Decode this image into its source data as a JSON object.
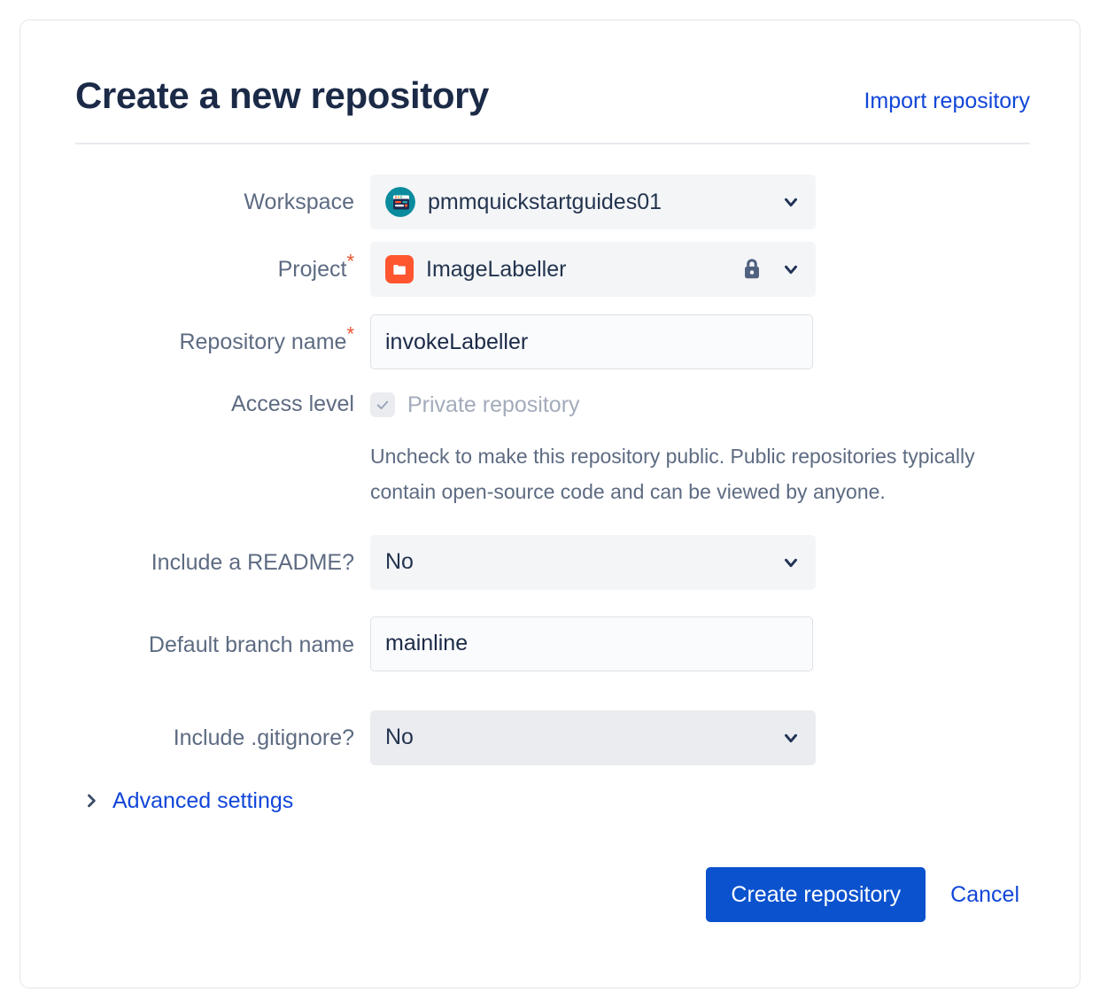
{
  "header": {
    "title": "Create a new repository",
    "import_link": "Import repository"
  },
  "form": {
    "workspace": {
      "label": "Workspace",
      "value": "pmmquickstartguides01",
      "avatar_icon": "workspace-avatar-icon",
      "chevron_icon": "chevron-down-icon"
    },
    "project": {
      "label": "Project",
      "required_marker": "*",
      "value": "ImageLabeller",
      "avatar_icon": "project-folder-icon",
      "lock_icon": "lock-icon",
      "chevron_icon": "chevron-down-icon"
    },
    "repository_name": {
      "label": "Repository name",
      "required_marker": "*",
      "value": "invokeLabeller",
      "placeholder": ""
    },
    "access_level": {
      "label": "Access level",
      "checkbox_label": "Private repository",
      "checked": true,
      "disabled": true,
      "check_icon": "checkmark-icon",
      "helptext": "Uncheck to make this repository public. Public repositories typically contain open-source code and can be viewed by anyone."
    },
    "include_readme": {
      "label": "Include a README?",
      "value": "No",
      "chevron_icon": "chevron-down-icon"
    },
    "default_branch": {
      "label": "Default branch name",
      "value": "mainline",
      "placeholder": ""
    },
    "include_gitignore": {
      "label": "Include .gitignore?",
      "value": "No",
      "chevron_icon": "chevron-down-icon"
    },
    "advanced_settings": {
      "label": "Advanced settings",
      "chevron_icon": "chevron-right-icon",
      "expanded": false
    }
  },
  "actions": {
    "submit_label": "Create repository",
    "cancel_label": "Cancel"
  },
  "colors": {
    "link": "#1146d8",
    "primary_button": "#0b52ce",
    "required_asterisk": "#e8512b",
    "project_icon": "#ff5630",
    "workspace_icon": "#0a8c9e",
    "label_text": "#5d6b82",
    "title_text": "#1b2a47"
  }
}
